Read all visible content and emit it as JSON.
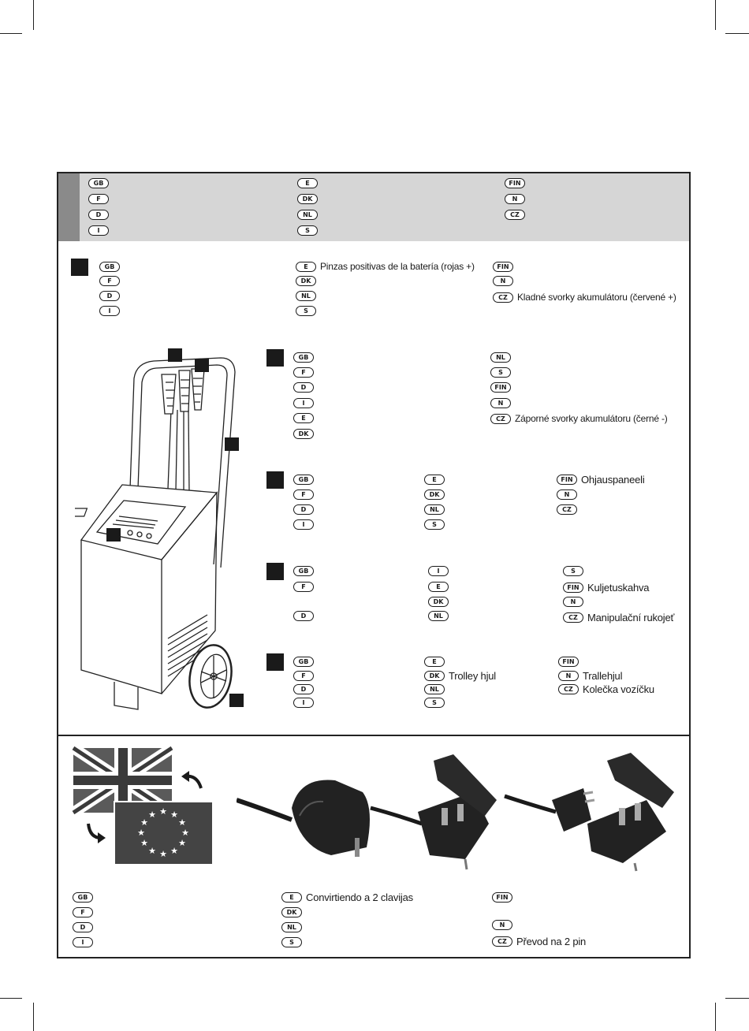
{
  "languages": {
    "GB": "GB",
    "F": "F",
    "D": "D",
    "I": "I",
    "E": "E",
    "DK": "DK",
    "NL": "NL",
    "S": "S",
    "FIN": "FIN",
    "N": "N",
    "CZ": "CZ"
  },
  "header": {
    "col1": [
      "GB",
      "F",
      "D",
      "I"
    ],
    "col2": [
      "E",
      "DK",
      "NL",
      "S"
    ],
    "col3": [
      "FIN",
      "N",
      "CZ"
    ]
  },
  "part1": {
    "rows": [
      {
        "code": "GB",
        "text": ""
      },
      {
        "code": "F",
        "text": ""
      },
      {
        "code": "D",
        "text": ""
      },
      {
        "code": "I",
        "text": ""
      },
      {
        "code": "E",
        "text": "Pinzas positivas de la batería (rojas +)"
      },
      {
        "code": "DK",
        "text": ""
      },
      {
        "code": "NL",
        "text": ""
      },
      {
        "code": "S",
        "text": ""
      },
      {
        "code": "FIN",
        "text": ""
      },
      {
        "code": "N",
        "text": ""
      },
      {
        "code": "CZ",
        "text": "Kladné svorky akumulátoru (červené +)"
      }
    ]
  },
  "part2": {
    "rows": [
      {
        "code": "GB",
        "text": ""
      },
      {
        "code": "F",
        "text": ""
      },
      {
        "code": "D",
        "text": ""
      },
      {
        "code": "I",
        "text": ""
      },
      {
        "code": "E",
        "text": ""
      },
      {
        "code": "DK",
        "text": ""
      },
      {
        "code": "NL",
        "text": ""
      },
      {
        "code": "S",
        "text": ""
      },
      {
        "code": "FIN",
        "text": ""
      },
      {
        "code": "N",
        "text": ""
      },
      {
        "code": "CZ",
        "text": "Záporné svorky akumulátoru (černé -)"
      }
    ]
  },
  "part3": {
    "rows": [
      {
        "code": "GB",
        "text": ""
      },
      {
        "code": "F",
        "text": ""
      },
      {
        "code": "D",
        "text": ""
      },
      {
        "code": "I",
        "text": ""
      },
      {
        "code": "E",
        "text": ""
      },
      {
        "code": "DK",
        "text": ""
      },
      {
        "code": "NL",
        "text": ""
      },
      {
        "code": "S",
        "text": ""
      },
      {
        "code": "FIN",
        "text": "Ohjauspaneeli"
      },
      {
        "code": "N",
        "text": ""
      },
      {
        "code": "CZ",
        "text": ""
      }
    ]
  },
  "part4": {
    "rows": [
      {
        "code": "GB",
        "text": ""
      },
      {
        "code": "F",
        "text": ""
      },
      {
        "code": "D",
        "text": ""
      },
      {
        "code": "I",
        "text": ""
      },
      {
        "code": "E",
        "text": ""
      },
      {
        "code": "DK",
        "text": ""
      },
      {
        "code": "NL",
        "text": ""
      },
      {
        "code": "S",
        "text": ""
      },
      {
        "code": "FIN",
        "text": "Kuljetuskahva"
      },
      {
        "code": "N",
        "text": ""
      },
      {
        "code": "CZ",
        "text": "Manipulační rukojeť"
      }
    ]
  },
  "part5": {
    "rows": [
      {
        "code": "GB",
        "text": ""
      },
      {
        "code": "F",
        "text": ""
      },
      {
        "code": "D",
        "text": ""
      },
      {
        "code": "I",
        "text": ""
      },
      {
        "code": "E",
        "text": ""
      },
      {
        "code": "DK",
        "text": "Trolley hjul"
      },
      {
        "code": "NL",
        "text": ""
      },
      {
        "code": "S",
        "text": ""
      },
      {
        "code": "FIN",
        "text": ""
      },
      {
        "code": "N",
        "text": "Trallehjul"
      },
      {
        "code": "CZ",
        "text": "Kolečka vozíčku"
      }
    ]
  },
  "plug": {
    "rows": [
      {
        "code": "GB",
        "text": ""
      },
      {
        "code": "F",
        "text": ""
      },
      {
        "code": "D",
        "text": ""
      },
      {
        "code": "I",
        "text": ""
      },
      {
        "code": "E",
        "text": "Convirtiendo a 2 clavijas"
      },
      {
        "code": "DK",
        "text": ""
      },
      {
        "code": "NL",
        "text": ""
      },
      {
        "code": "S",
        "text": ""
      },
      {
        "code": "FIN",
        "text": ""
      },
      {
        "code": "N",
        "text": ""
      },
      {
        "code": "CZ",
        "text": "Převod na 2 pin"
      }
    ]
  },
  "colors": {
    "header_band": "#d6d6d6",
    "header_strip": "#8a8a8a",
    "ink": "#1a1a1a",
    "flag_uk": "#5a5a5a",
    "flag_eu": "#444444"
  },
  "illustrations": {
    "charger": "battery-charger-trolley-illustration",
    "flags": "uk-to-eu-flag-illustration",
    "plugs": "plug-conversion-illustration"
  }
}
